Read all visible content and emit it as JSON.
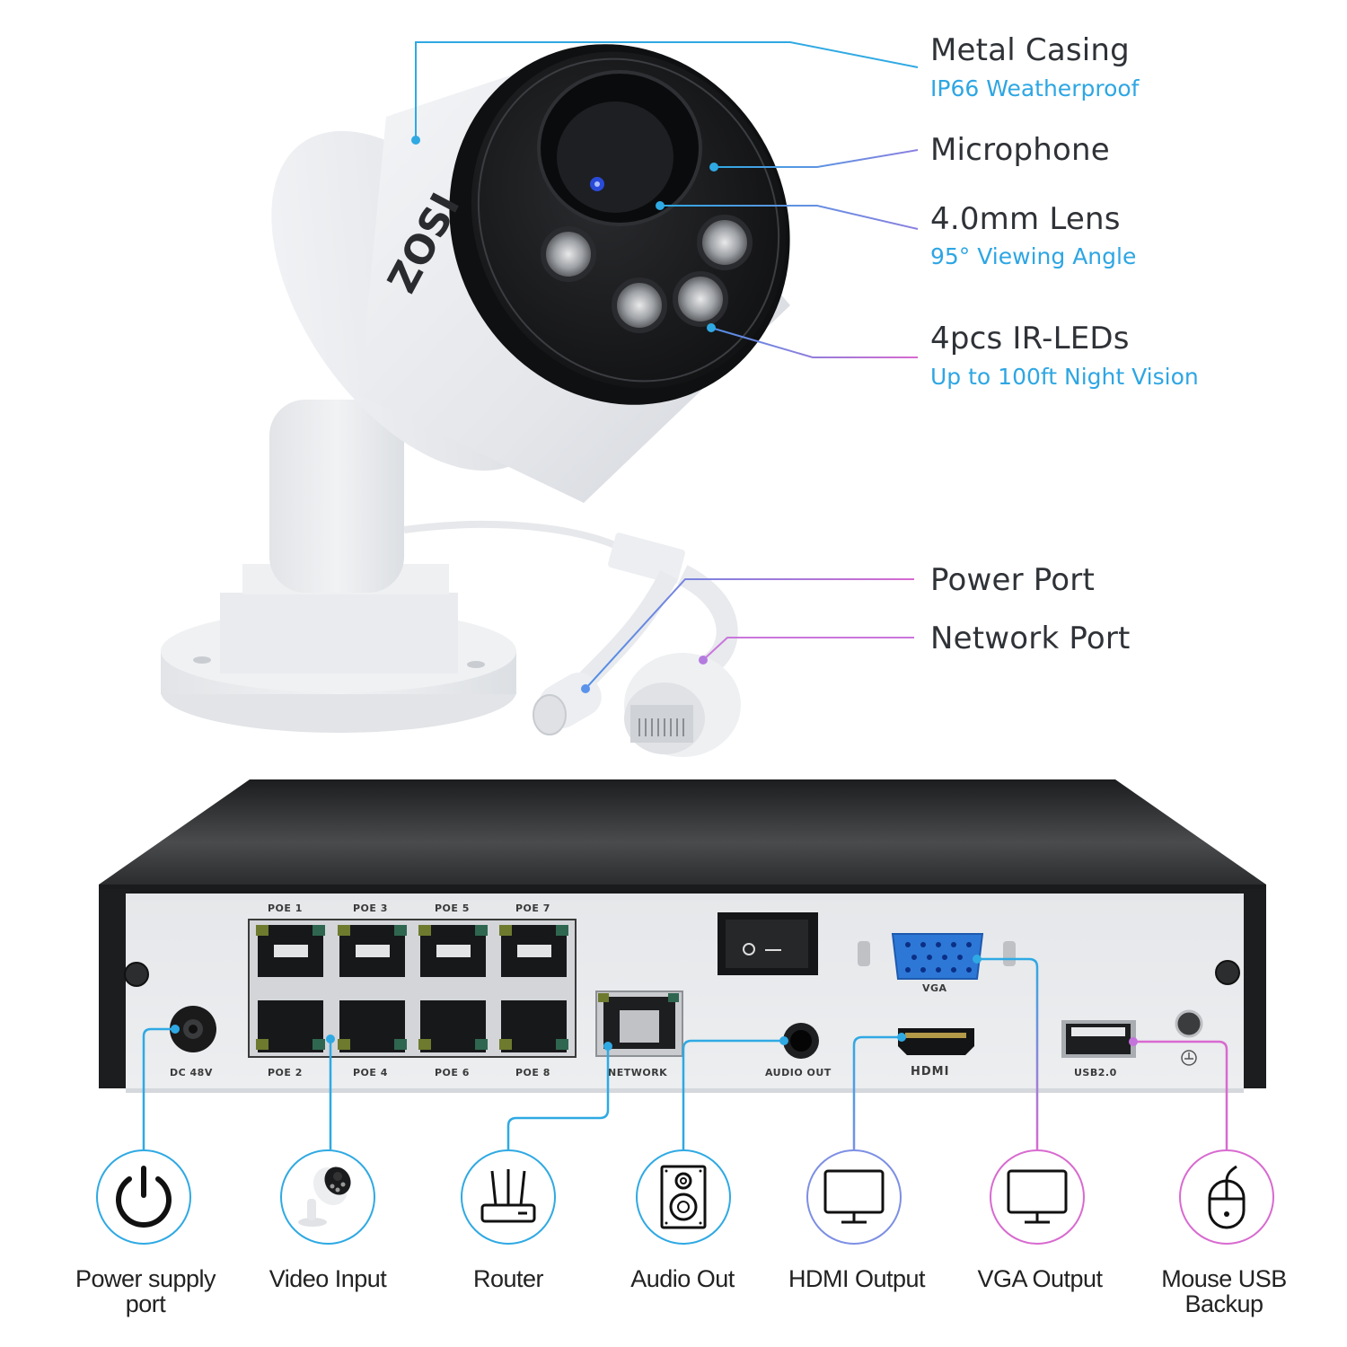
{
  "camera": {
    "brand": "ZOSI",
    "features": [
      {
        "title": "Metal Casing",
        "subtitle": "IP66 Weatherproof"
      },
      {
        "title": "Microphone",
        "subtitle": ""
      },
      {
        "title": "4.0mm Lens",
        "subtitle": "95° Viewing Angle"
      },
      {
        "title": "4pcs IR-LEDs",
        "subtitle": "Up to 100ft Night Vision"
      },
      {
        "title": "Power Port",
        "subtitle": ""
      },
      {
        "title": "Network Port",
        "subtitle": ""
      }
    ]
  },
  "nvr": {
    "port_labels": {
      "poe_top": [
        "POE 1",
        "POE 3",
        "POE 5",
        "POE 7"
      ],
      "poe_bottom": [
        "POE 2",
        "POE 4",
        "POE 6",
        "POE 8"
      ],
      "dc": "DC 48V",
      "network": "NETWORK",
      "audio_out": "AUDIO OUT",
      "vga": "VGA",
      "hdmi": "HDMI",
      "usb": "USB2.0",
      "switch_on": "O",
      "switch_off": "—"
    }
  },
  "connections": [
    {
      "label": "Power supply\nport",
      "line1": "Power supply",
      "line2": "port",
      "icon": "power-icon",
      "color": "#2fa9e3"
    },
    {
      "label": "Video Input",
      "line1": "Video Input",
      "line2": "",
      "icon": "camera-icon",
      "color": "#2fa9e3"
    },
    {
      "label": "Router",
      "line1": "Router",
      "line2": "",
      "icon": "router-icon",
      "color": "#2fa9e3"
    },
    {
      "label": "Audio Out",
      "line1": "Audio Out",
      "line2": "",
      "icon": "speaker-icon",
      "color": "#2fa9e3"
    },
    {
      "label": "HDMI Output",
      "line1": "HDMI Output",
      "line2": "",
      "icon": "monitor-icon",
      "color": "#8a7fe0"
    },
    {
      "label": "VGA Output",
      "line1": "VGA Output",
      "line2": "",
      "icon": "monitor-icon",
      "color": "#d86ad0"
    },
    {
      "label": "Mouse USB Backup",
      "line1": "Mouse USB",
      "line2": "Backup",
      "icon": "mouse-icon",
      "color": "#d86ad0"
    }
  ],
  "colors": {
    "accent_blue": "#2fa9e3",
    "accent_purple": "#8a7fe0",
    "accent_pink": "#d86ad0",
    "title_text": "#2f3237",
    "subtitle_text": "#2ea6e3"
  }
}
